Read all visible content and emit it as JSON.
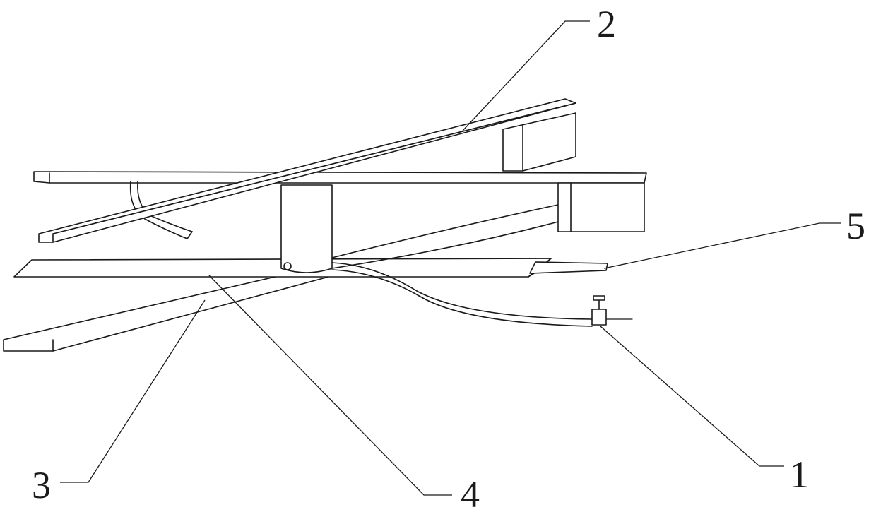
{
  "figure": {
    "labels": [
      "1",
      "2",
      "3",
      "4",
      "5"
    ]
  }
}
